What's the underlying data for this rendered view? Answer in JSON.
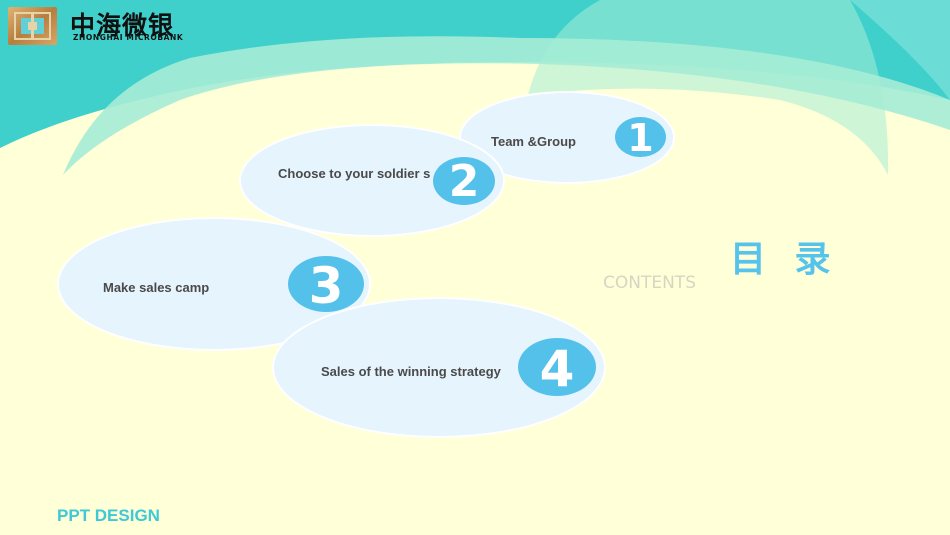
{
  "brand": {
    "name_cn": "中海微银",
    "name_en": "ZHONGHAI MICROBANK",
    "logo_icon": "zhonghai-logo-icon"
  },
  "menu": {
    "title_cn": "目 录",
    "contents_label": "CONTENTS",
    "items": [
      {
        "number": "1",
        "label": "Team &Group"
      },
      {
        "number": "2",
        "label": "Choose to your soldier s"
      },
      {
        "number": "3",
        "label": "Make sales camp"
      },
      {
        "number": "4",
        "label": "Sales of the winning strategy"
      }
    ]
  },
  "footer": {
    "text": "PPT DESIGN"
  },
  "colors": {
    "background": "#ffffd8",
    "teal": "#3dcfcb",
    "mint": "#a6ecd6",
    "accent_blue": "#54c1ea",
    "ellipse_fill": "#e6f4fd",
    "footer_text": "#3ec9d6"
  }
}
